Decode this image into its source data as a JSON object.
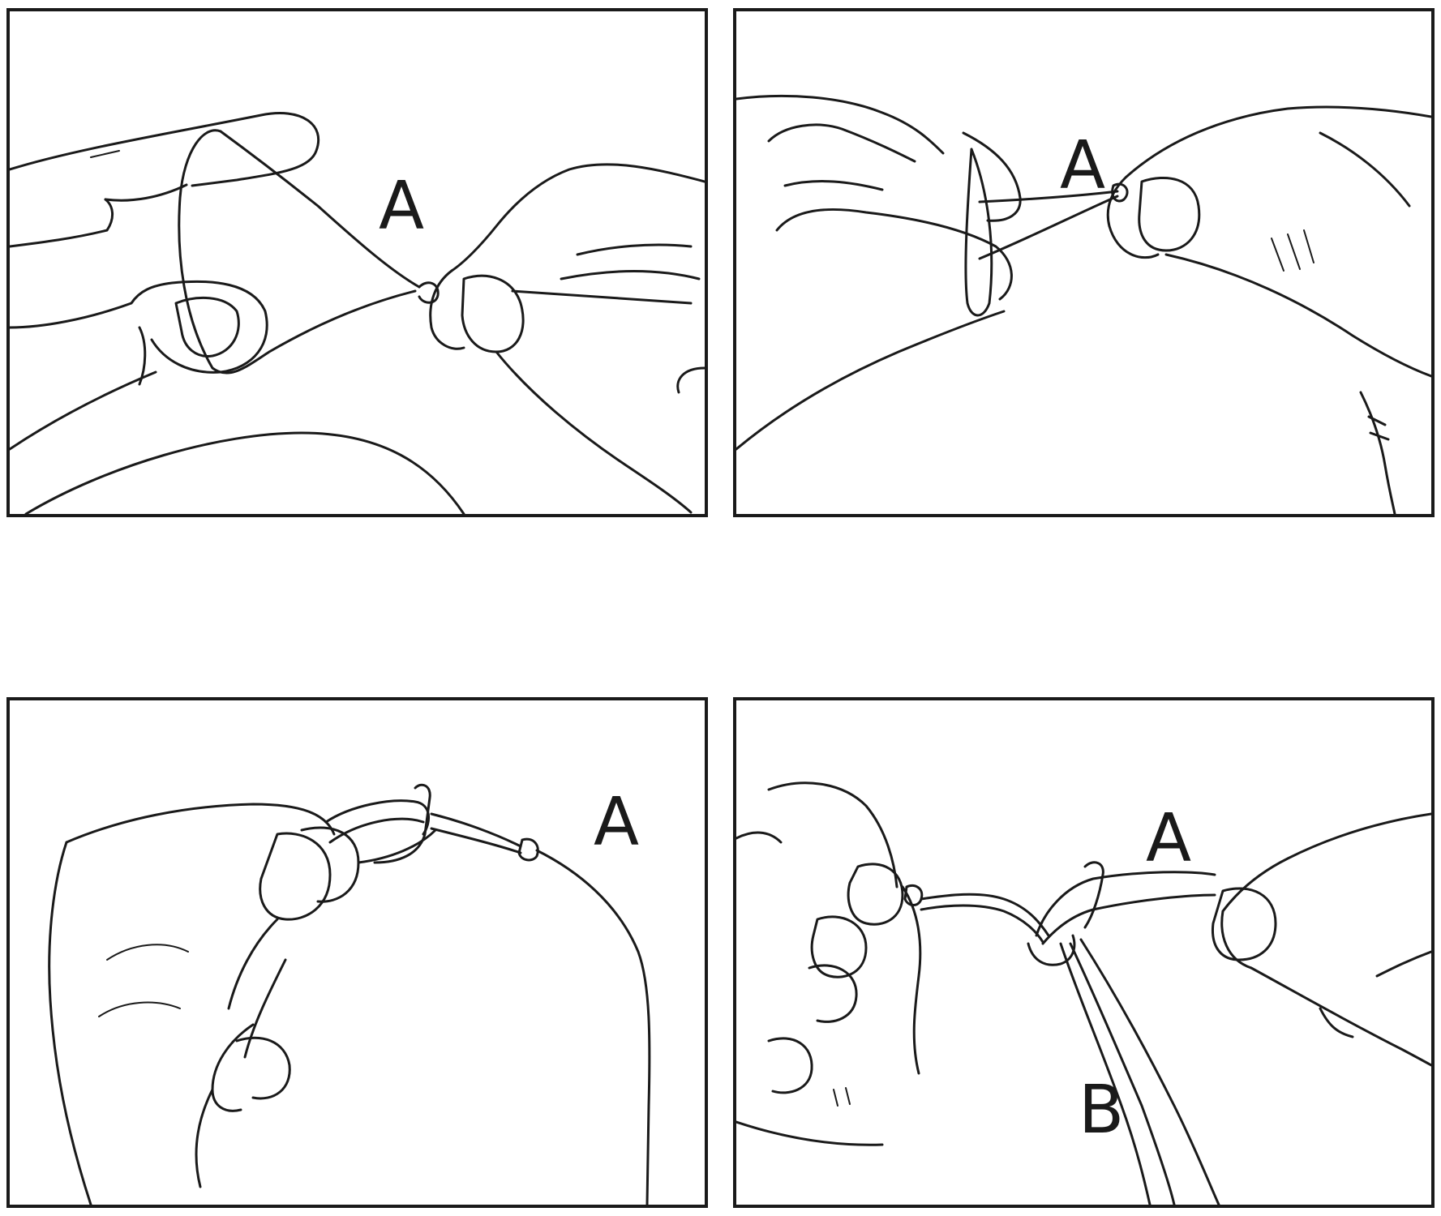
{
  "panels": [
    {
      "labels": [
        "A"
      ]
    },
    {
      "labels": [
        "A"
      ]
    },
    {
      "labels": [
        "A"
      ]
    },
    {
      "labels": [
        "A",
        "B"
      ]
    }
  ]
}
